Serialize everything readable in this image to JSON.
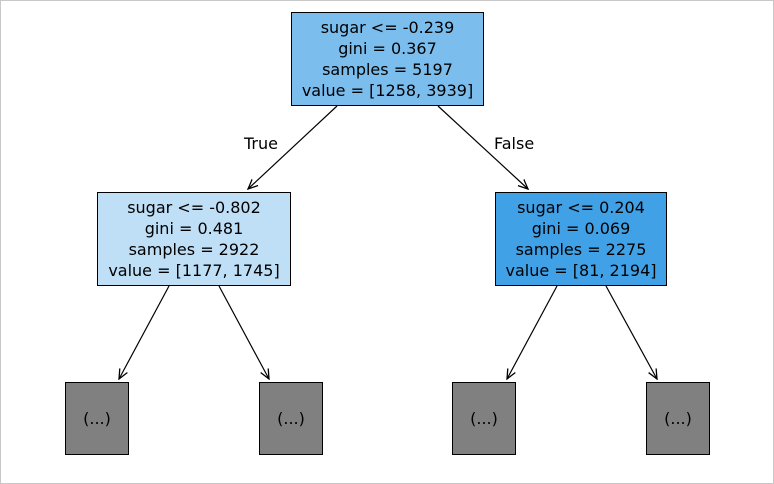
{
  "tree": {
    "root": {
      "condition": "sugar <= -0.239",
      "gini": "gini = 0.367",
      "samples": "samples = 5197",
      "value": "value = [1258, 3939]",
      "fill": "#7bbeee"
    },
    "left": {
      "condition": "sugar <= -0.802",
      "gini": "gini = 0.481",
      "samples": "samples = 2922",
      "value": "value = [1177, 1745]",
      "fill": "#bfdff7"
    },
    "right": {
      "condition": "sugar <= 0.204",
      "gini": "gini = 0.069",
      "samples": "samples = 2275",
      "value": "value = [81, 2194]",
      "fill": "#40a1e6"
    },
    "leaves": [
      "(...)",
      "(...)",
      "(...)",
      "(...)"
    ],
    "leaf_fill": "#808080",
    "edge_labels": {
      "true": "True",
      "false": "False"
    }
  }
}
